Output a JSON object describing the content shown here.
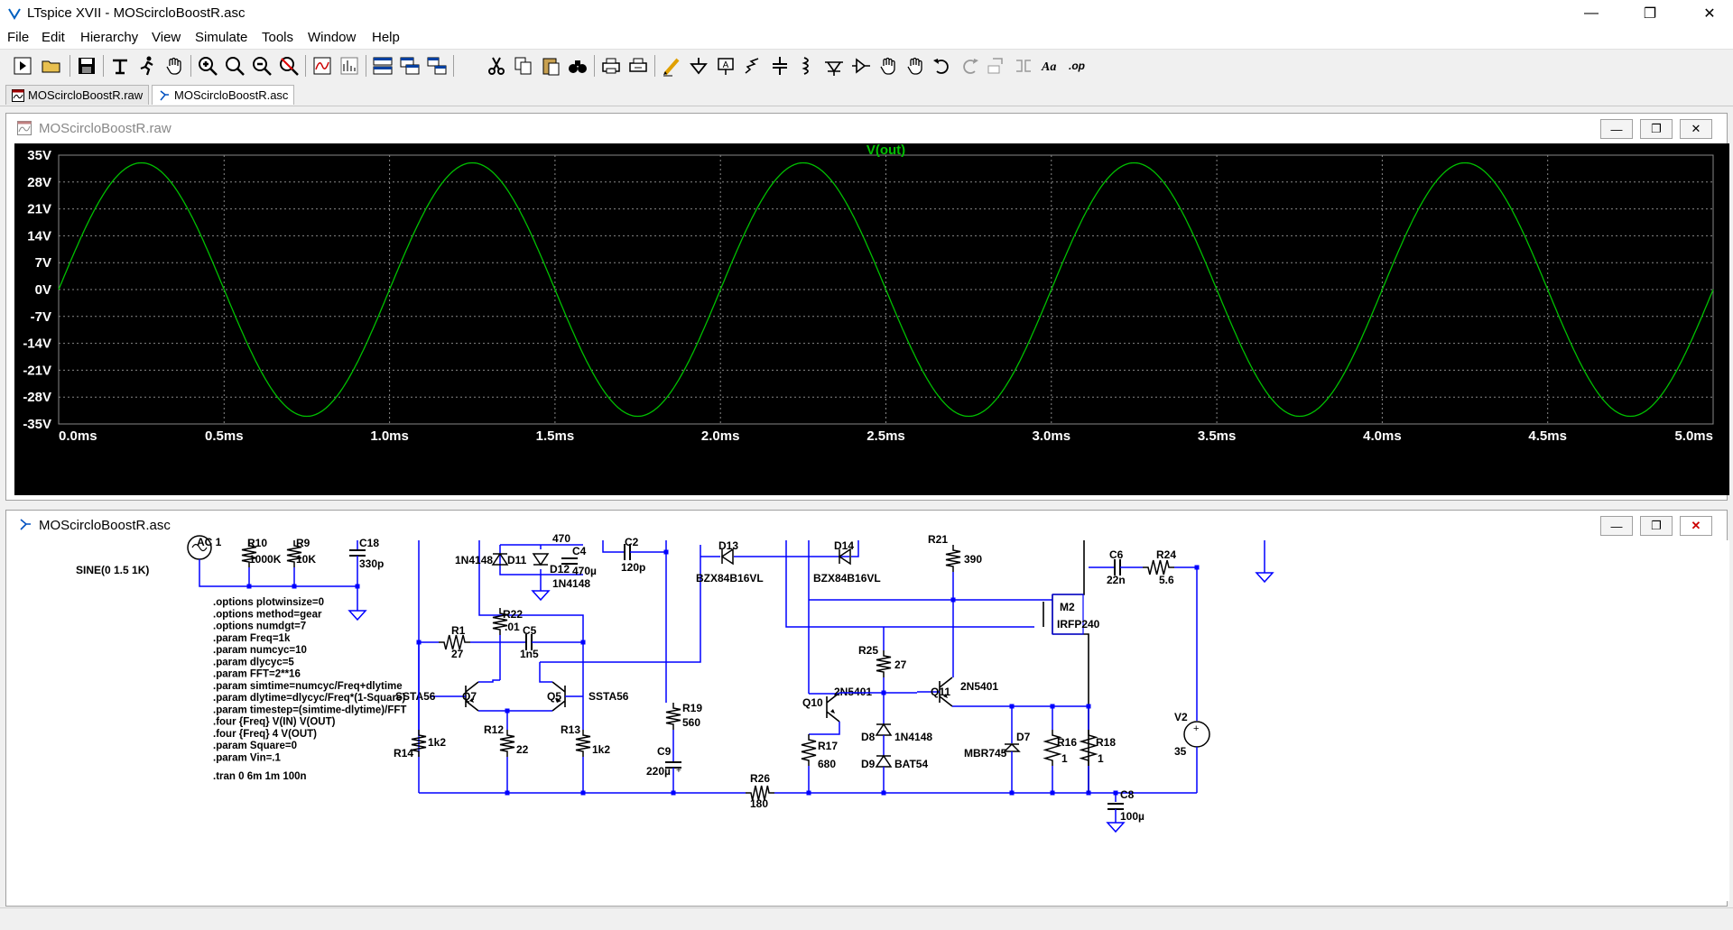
{
  "window": {
    "title": "LTspice XVII - MOScircloBoostR.asc",
    "minimize": "—",
    "restore": "❐",
    "close": "✕"
  },
  "menu": [
    {
      "label": "File"
    },
    {
      "label": "Edit"
    },
    {
      "label": "Hierarchy"
    },
    {
      "label": "View"
    },
    {
      "label": "Simulate"
    },
    {
      "label": "Tools"
    },
    {
      "label": "Window"
    },
    {
      "label": "Help"
    }
  ],
  "tabs": [
    {
      "label": "MOScircloBoostR.raw",
      "active": false
    },
    {
      "label": "MOScircloBoostR.asc",
      "active": true
    }
  ],
  "waveform_window": {
    "title": "MOScircloBoostR.raw"
  },
  "schematic_window": {
    "title": "MOScircloBoostR.asc"
  },
  "colors": {
    "trace": "#00c000",
    "plot_bg": "#000000",
    "grid": "#888888",
    "axis_text": "#ffffff",
    "wire": "#0000ff",
    "component": "#000000"
  },
  "chart_data": {
    "type": "line",
    "title": "V(out)",
    "xlabel": "",
    "ylabel": "",
    "xlim": [
      0.0,
      5.0
    ],
    "ylim": [
      -35,
      35
    ],
    "x_ticks": [
      "0.0ms",
      "0.5ms",
      "1.0ms",
      "1.5ms",
      "2.0ms",
      "2.5ms",
      "3.0ms",
      "3.5ms",
      "4.0ms",
      "4.5ms",
      "5.0ms"
    ],
    "y_ticks": [
      "35V",
      "28V",
      "21V",
      "14V",
      "7V",
      "0V",
      "-7V",
      "-14V",
      "-21V",
      "-28V",
      "-35V"
    ],
    "grid": true,
    "series": [
      {
        "name": "V(out)",
        "frequency_khz": 1,
        "amplitude_v": 33,
        "offset_v": 0,
        "phase_deg": 0
      }
    ]
  },
  "schematic": {
    "labels": [
      {
        "id": "ac1",
        "text": "AC 1"
      },
      {
        "id": "sine",
        "text": "SINE(0 1.5 1K)"
      },
      {
        "id": "r10",
        "text": "R10"
      },
      {
        "id": "r10v",
        "text": "1000K"
      },
      {
        "id": "r9",
        "text": "R9"
      },
      {
        "id": "r9v",
        "text": "10K"
      },
      {
        "id": "c18",
        "text": "C18"
      },
      {
        "id": "c18v",
        "text": "330p"
      },
      {
        "id": "d11a",
        "text": "1N4148"
      },
      {
        "id": "d11",
        "text": "D11"
      },
      {
        "id": "d12",
        "text": "D12"
      },
      {
        "id": "d12v",
        "text": "1N4148"
      },
      {
        "id": "c4",
        "text": "C4"
      },
      {
        "id": "c4v",
        "text": "470µ"
      },
      {
        "id": "c2",
        "text": "C2"
      },
      {
        "id": "c2v",
        "text": "120p"
      },
      {
        "id": "d13",
        "text": "D13"
      },
      {
        "id": "d13v",
        "text": "BZX84B16VL"
      },
      {
        "id": "d14",
        "text": "D14"
      },
      {
        "id": "d14v",
        "text": "BZX84B16VL"
      },
      {
        "id": "r21",
        "text": "R21"
      },
      {
        "id": "r21v",
        "text": "390"
      },
      {
        "id": "c6",
        "text": "C6"
      },
      {
        "id": "c6v",
        "text": "22n"
      },
      {
        "id": "r24",
        "text": "R24"
      },
      {
        "id": "r24v",
        "text": "5.6"
      },
      {
        "id": "r22",
        "text": "R22"
      },
      {
        "id": "r22v",
        "text": ".01"
      },
      {
        "id": "r1",
        "text": "R1"
      },
      {
        "id": "r1v",
        "text": "27"
      },
      {
        "id": "c5",
        "text": "C5"
      },
      {
        "id": "c5v",
        "text": "1n5"
      },
      {
        "id": "m2",
        "text": "M2"
      },
      {
        "id": "m2v",
        "text": "IRFP240"
      },
      {
        "id": "r25",
        "text": "R25"
      },
      {
        "id": "r25v",
        "text": "27"
      },
      {
        "id": "q7m",
        "text": "SSTA56"
      },
      {
        "id": "q7",
        "text": "Q7"
      },
      {
        "id": "q5",
        "text": "Q5"
      },
      {
        "id": "q5m",
        "text": "SSTA56"
      },
      {
        "id": "q10",
        "text": "Q10"
      },
      {
        "id": "q10m",
        "text": "2N5401"
      },
      {
        "id": "q11",
        "text": "Q11"
      },
      {
        "id": "q11m",
        "text": "2N5401"
      },
      {
        "id": "r19",
        "text": "R19"
      },
      {
        "id": "r19v",
        "text": "560"
      },
      {
        "id": "c9",
        "text": "C9"
      },
      {
        "id": "c9v",
        "text": "220µ"
      },
      {
        "id": "r12",
        "text": "R12"
      },
      {
        "id": "r12v",
        "text": "22"
      },
      {
        "id": "r13",
        "text": "R13"
      },
      {
        "id": "r13v",
        "text": "1k2"
      },
      {
        "id": "r14",
        "text": "R14"
      },
      {
        "id": "r14v",
        "text": "1k2"
      },
      {
        "id": "r17",
        "text": "R17"
      },
      {
        "id": "r17v",
        "text": "680"
      },
      {
        "id": "d8",
        "text": "D8"
      },
      {
        "id": "d8v",
        "text": "1N4148"
      },
      {
        "id": "d9",
        "text": "D9"
      },
      {
        "id": "d9v",
        "text": "BAT54"
      },
      {
        "id": "d7",
        "text": "D7"
      },
      {
        "id": "d7v",
        "text": "MBR745"
      },
      {
        "id": "r16",
        "text": "R16"
      },
      {
        "id": "r16v",
        "text": "1"
      },
      {
        "id": "r18",
        "text": "R18"
      },
      {
        "id": "r18v",
        "text": "1"
      },
      {
        "id": "v2",
        "text": "V2"
      },
      {
        "id": "v2v",
        "text": "35"
      },
      {
        "id": "r26",
        "text": "R26"
      },
      {
        "id": "r26v",
        "text": "180"
      },
      {
        "id": "c8",
        "text": "C8"
      },
      {
        "id": "c8v",
        "text": "100µ"
      }
    ],
    "directives": [
      ".options plotwinsize=0",
      ".options method=gear",
      ".options numdgt=7",
      ".param Freq=1k",
      ".param numcyc=10",
      ".param dlycyc=5",
      ".param FFT=2**16",
      ".param simtime=numcyc/Freq+dlytime",
      ".param dlytime=dlycyc/Freq*(1-Square)",
      ".param timestep=(simtime-dlytime)/FFT",
      ".four {Freq}  V(IN) V(OUT)",
      ".four {Freq} 4 V(OUT)",
      ".param Square=0",
      ".param Vin=.1",
      ".tran 0 6m 1m 100n"
    ]
  }
}
